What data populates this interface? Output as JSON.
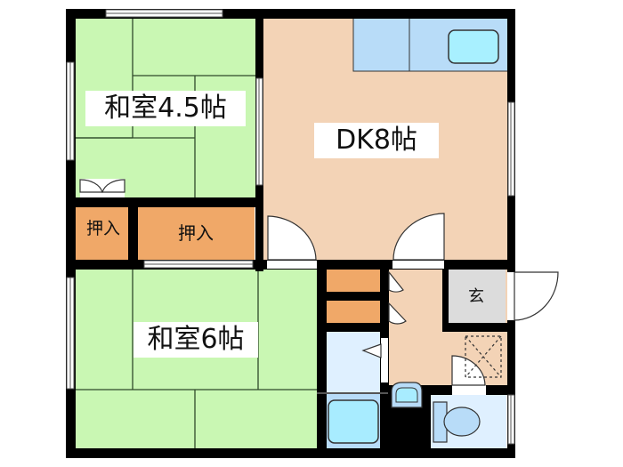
{
  "floorplan": {
    "rooms": [
      {
        "id": "washitsu-4-5",
        "label": "和室4.5帖",
        "type": "japanese-room",
        "color": "#c9f7b3"
      },
      {
        "id": "dk-8",
        "label": "DK8帖",
        "type": "dining-kitchen",
        "color": "#f3d3b6"
      },
      {
        "id": "washitsu-6",
        "label": "和室6帖",
        "type": "japanese-room",
        "color": "#c9f7b3"
      },
      {
        "id": "oshiire-small",
        "label": "押入",
        "type": "closet",
        "color": "#f0a868"
      },
      {
        "id": "oshiire-large",
        "label": "押入",
        "type": "closet",
        "color": "#f0a868"
      },
      {
        "id": "genkan",
        "label": "玄",
        "type": "entrance",
        "color": "#dcdcdc"
      }
    ],
    "colors": {
      "wall": "#000000",
      "tatami": "#c9f7b3",
      "flooring": "#f3d3b6",
      "closet": "#f0a868",
      "entrance": "#dcdcdc",
      "wet_area": "#dff0ff",
      "fixture": "#b8dcf8",
      "basin": "#a8ecff"
    }
  }
}
